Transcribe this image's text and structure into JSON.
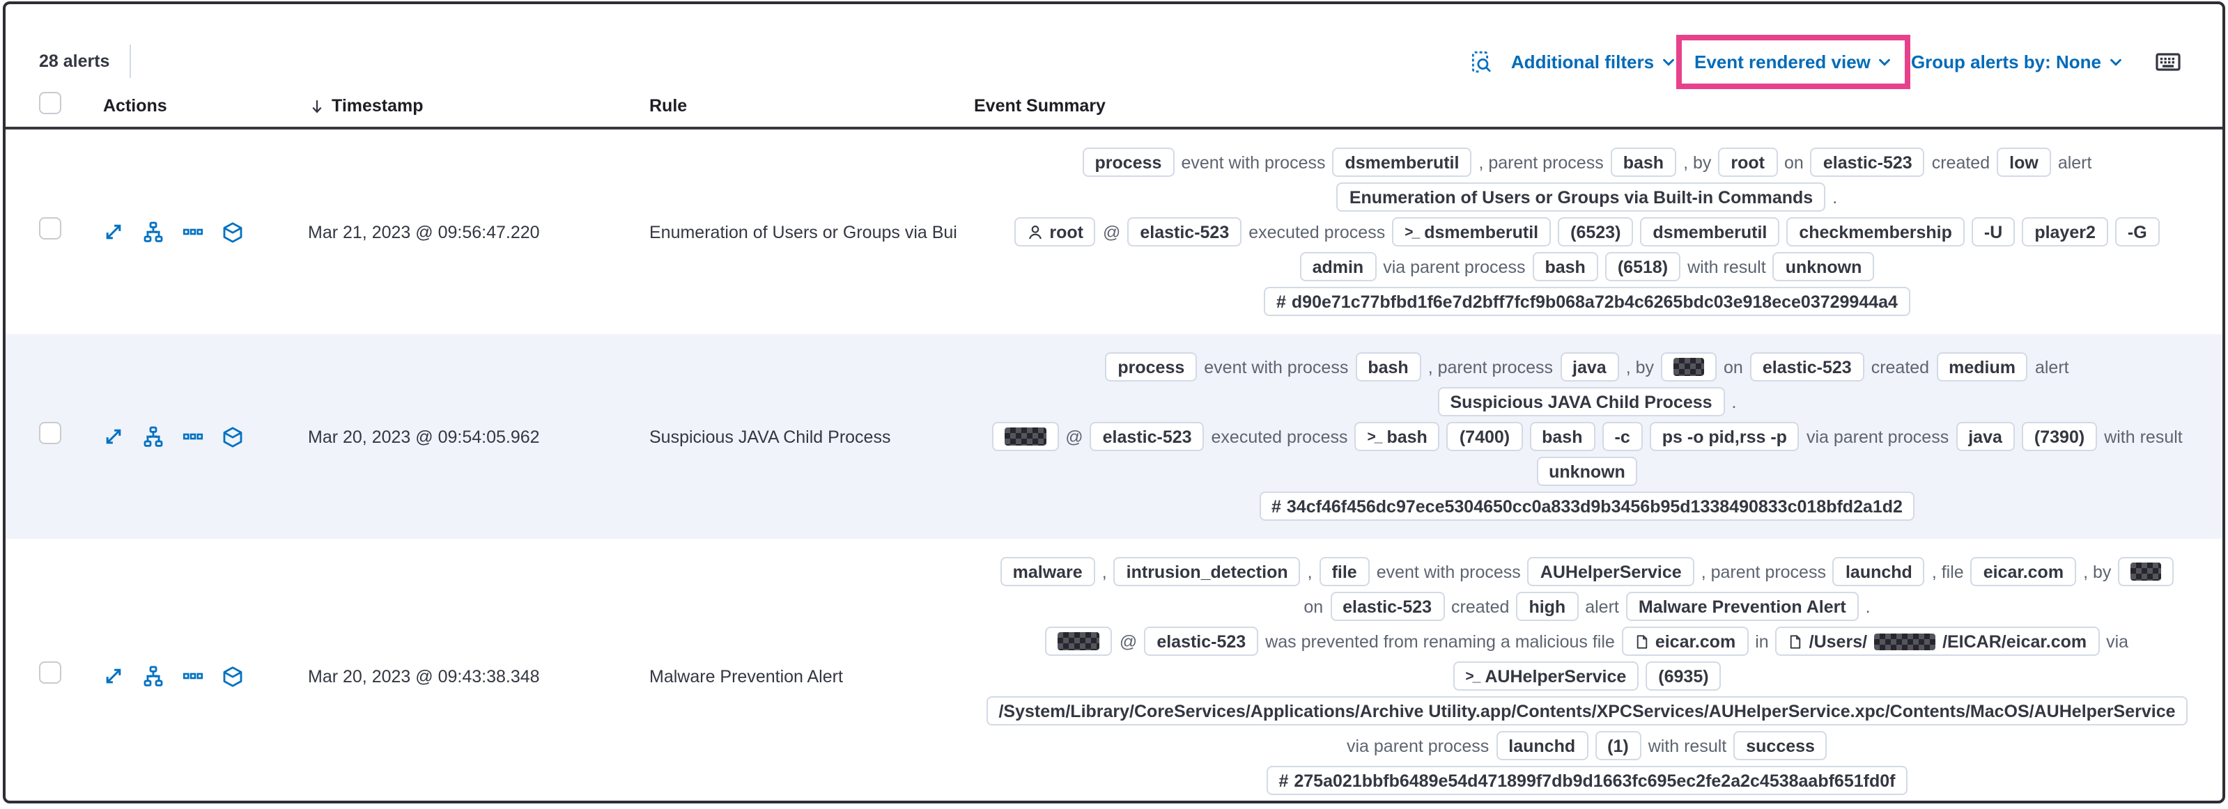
{
  "toolbar": {
    "alerts_count": "28 alerts",
    "inspect_icon": "inspect",
    "additional_filters_label": "Additional filters",
    "event_rendered_view_label": "Event rendered view",
    "group_alerts_label": "Group alerts by: None",
    "keyboard_icon": "keyboard",
    "link_color": "#006bb8",
    "highlight_color": "#e8418c"
  },
  "table": {
    "columns": [
      "Actions",
      "Timestamp",
      "Rule",
      "Event Summary"
    ],
    "sort_icon": "arrow-down",
    "action_icons": [
      "expand-alert",
      "analyze-event",
      "more-actions",
      "open-session-view"
    ],
    "rows": [
      {
        "timestamp": "Mar 21, 2023 @ 09:56:47.220",
        "rule": "Enumeration of Users or Groups via Bui",
        "summary": [
          [
            {
              "type": "badge",
              "text": "process"
            },
            {
              "type": "text",
              "text": "event with process"
            },
            {
              "type": "badge",
              "text": "dsmemberutil"
            },
            {
              "type": "text",
              "text": ", parent process"
            },
            {
              "type": "badge",
              "text": "bash"
            },
            {
              "type": "text",
              "text": ", by"
            },
            {
              "type": "badge",
              "text": "root"
            },
            {
              "type": "text",
              "text": "on"
            },
            {
              "type": "badge",
              "text": "elastic-523"
            },
            {
              "type": "text",
              "text": "created"
            },
            {
              "type": "badge",
              "text": "low"
            },
            {
              "type": "text",
              "text": "alert"
            }
          ],
          [
            {
              "type": "badge",
              "text": "Enumeration of Users or Groups via Built-in Commands"
            },
            {
              "type": "text",
              "text": "."
            }
          ],
          [
            {
              "type": "badge",
              "text": "root",
              "icon": "user"
            },
            {
              "type": "text",
              "text": "@"
            },
            {
              "type": "badge",
              "text": "elastic-523"
            },
            {
              "type": "text",
              "text": "executed process"
            },
            {
              "type": "badge",
              "text": "dsmemberutil",
              "icon": "terminal"
            },
            {
              "type": "badge",
              "text": "(6523)"
            },
            {
              "type": "badge",
              "text": "dsmemberutil"
            },
            {
              "type": "badge",
              "text": "checkmembership"
            },
            {
              "type": "badge",
              "text": "-U"
            },
            {
              "type": "badge",
              "text": "player2"
            },
            {
              "type": "badge",
              "text": "-G"
            }
          ],
          [
            {
              "type": "badge",
              "text": "admin"
            },
            {
              "type": "text",
              "text": "via parent process"
            },
            {
              "type": "badge",
              "text": "bash"
            },
            {
              "type": "badge",
              "text": "(6518)"
            },
            {
              "type": "text",
              "text": "with result"
            },
            {
              "type": "badge",
              "text": "unknown"
            }
          ],
          [
            {
              "type": "badge",
              "text": "d90e71c77bfbd1f6e7d2bff7fcf9b068a72b4c6265bdc03e918ece03729944a4",
              "icon": "hash"
            }
          ]
        ]
      },
      {
        "timestamp": "Mar 20, 2023 @ 09:54:05.962",
        "rule": "Suspicious JAVA Child Process",
        "summary": [
          [
            {
              "type": "badge",
              "text": "process"
            },
            {
              "type": "text",
              "text": "event with process"
            },
            {
              "type": "badge",
              "text": "bash"
            },
            {
              "type": "text",
              "text": ", parent process"
            },
            {
              "type": "badge",
              "text": "java"
            },
            {
              "type": "text",
              "text": ", by"
            },
            {
              "type": "badge",
              "redacted": true
            },
            {
              "type": "text",
              "text": "on"
            },
            {
              "type": "badge",
              "text": "elastic-523"
            },
            {
              "type": "text",
              "text": "created"
            },
            {
              "type": "badge",
              "text": "medium"
            },
            {
              "type": "text",
              "text": "alert"
            }
          ],
          [
            {
              "type": "badge",
              "text": "Suspicious JAVA Child Process"
            },
            {
              "type": "text",
              "text": "."
            }
          ],
          [
            {
              "type": "badge",
              "redacted": true,
              "wide": true
            },
            {
              "type": "text",
              "text": "@"
            },
            {
              "type": "badge",
              "text": "elastic-523"
            },
            {
              "type": "text",
              "text": "executed process"
            },
            {
              "type": "badge",
              "text": "bash",
              "icon": "terminal"
            },
            {
              "type": "badge",
              "text": "(7400)"
            },
            {
              "type": "badge",
              "text": "bash"
            },
            {
              "type": "badge",
              "text": "-c"
            },
            {
              "type": "badge",
              "text": "ps -o pid,rss -p"
            },
            {
              "type": "text",
              "text": "via parent process"
            },
            {
              "type": "badge",
              "text": "java"
            },
            {
              "type": "badge",
              "text": "(7390)"
            },
            {
              "type": "text",
              "text": "with result"
            }
          ],
          [
            {
              "type": "badge",
              "text": "unknown"
            }
          ],
          [
            {
              "type": "badge",
              "text": "34cf46f456dc97ece5304650cc0a833d9b3456b95d1338490833c018bfd2a1d2",
              "icon": "hash"
            }
          ]
        ]
      },
      {
        "timestamp": "Mar 20, 2023 @ 09:43:38.348",
        "rule": "Malware Prevention Alert",
        "summary": [
          [
            {
              "type": "badge",
              "text": "malware"
            },
            {
              "type": "text",
              "text": ","
            },
            {
              "type": "badge",
              "text": "intrusion_detection"
            },
            {
              "type": "text",
              "text": ","
            },
            {
              "type": "badge",
              "text": "file"
            },
            {
              "type": "text",
              "text": "event with process"
            },
            {
              "type": "badge",
              "text": "AUHelperService"
            },
            {
              "type": "text",
              "text": ", parent process"
            },
            {
              "type": "badge",
              "text": "launchd"
            },
            {
              "type": "text",
              "text": ", file"
            },
            {
              "type": "badge",
              "text": "eicar.com"
            },
            {
              "type": "text",
              "text": ", by"
            },
            {
              "type": "badge",
              "redacted": true
            }
          ],
          [
            {
              "type": "text",
              "text": "on"
            },
            {
              "type": "badge",
              "text": "elastic-523"
            },
            {
              "type": "text",
              "text": "created"
            },
            {
              "type": "badge",
              "text": "high"
            },
            {
              "type": "text",
              "text": "alert"
            },
            {
              "type": "badge",
              "text": "Malware Prevention Alert"
            },
            {
              "type": "text",
              "text": "."
            }
          ],
          [
            {
              "type": "badge",
              "redacted": true,
              "wide": true
            },
            {
              "type": "text",
              "text": "@"
            },
            {
              "type": "badge",
              "text": "elastic-523"
            },
            {
              "type": "text",
              "text": "was prevented from renaming a malicious file"
            },
            {
              "type": "badge",
              "text": "eicar.com",
              "icon": "file"
            },
            {
              "type": "text",
              "text": "in"
            },
            {
              "type": "badge",
              "icon": "file",
              "parts": [
                {
                  "text": "/Users/"
                },
                {
                  "redacted": true
                },
                {
                  "text": "/EICAR/eicar.com"
                }
              ]
            },
            {
              "type": "text",
              "text": "via"
            }
          ],
          [
            {
              "type": "badge",
              "text": "AUHelperService",
              "icon": "terminal"
            },
            {
              "type": "badge",
              "text": "(6935)"
            }
          ],
          [
            {
              "type": "badge",
              "text": "/System/Library/CoreServices/Applications/Archive Utility.app/Contents/XPCServices/AUHelperService.xpc/Contents/MacOS/AUHelperService"
            }
          ],
          [
            {
              "type": "text",
              "text": "via parent process"
            },
            {
              "type": "badge",
              "text": "launchd"
            },
            {
              "type": "badge",
              "text": "(1)"
            },
            {
              "type": "text",
              "text": "with result"
            },
            {
              "type": "badge",
              "text": "success"
            }
          ],
          [
            {
              "type": "badge",
              "text": "275a021bbfb6489e54d471899f7db9d1663fc695ec2fe2a2c4538aabf651fd0f",
              "icon": "hash"
            }
          ]
        ]
      }
    ]
  }
}
